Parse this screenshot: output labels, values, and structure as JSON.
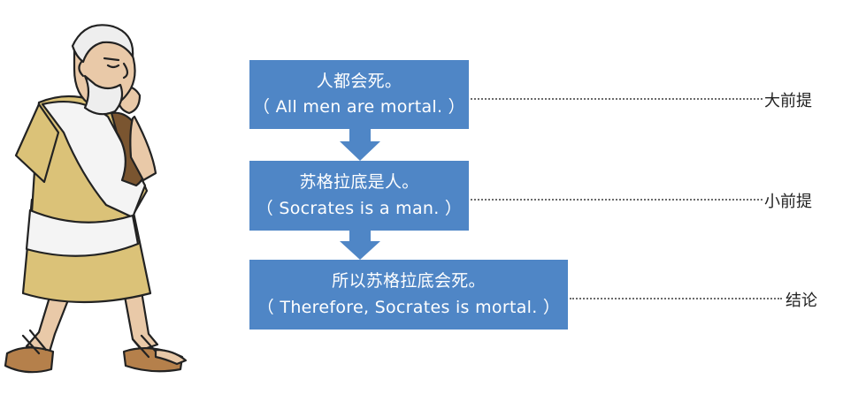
{
  "steps": [
    {
      "zh": "人都会死。",
      "en": "（ All men are mortal. ）",
      "label": "大前提"
    },
    {
      "zh": "苏格拉底是人。",
      "en": "（ Socrates is a man. ）",
      "label": "小前提"
    },
    {
      "zh": "所以苏格拉底会死。",
      "en": "（ Therefore, Socrates is mortal. ）",
      "label": "结论"
    }
  ],
  "colors": {
    "box": "#4f86c6",
    "box_text": "#ffffff",
    "label_text": "#222222",
    "dots": "#6b6b6b"
  },
  "illustration": {
    "subject": "socrates-walking-thinking",
    "icon": "socrates-figure-icon"
  }
}
